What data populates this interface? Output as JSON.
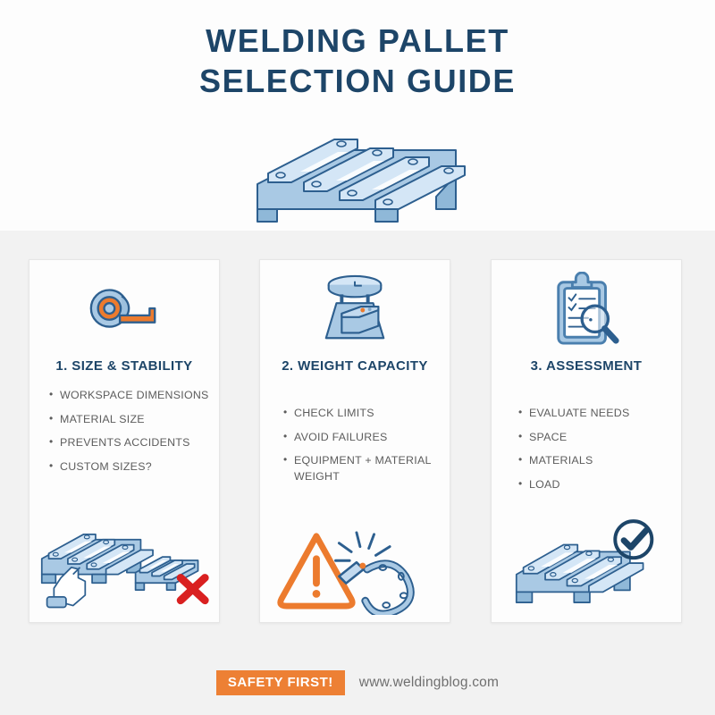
{
  "header": {
    "title_line1": "WELDING PALLET",
    "title_line2": "SELECTION GUIDE",
    "hero_icon": "isometric-pallet"
  },
  "colors": {
    "navy": "#1d4568",
    "orange": "#ed8034",
    "pallet_light": "#c8dcef",
    "pallet_mid": "#9cc0de",
    "pallet_outline": "#2d5f8f",
    "body_gray": "#5d5d5d",
    "page_bg": "#f2f2f2",
    "card_bg": "#fdfdfd",
    "red_x": "#d92020"
  },
  "cards": [
    {
      "id": "size-stability",
      "icon": "tape-measure-icon",
      "title": "1. SIZE & STABILITY",
      "bullets": [
        "WORKSPACE DIMENSIONS",
        "MATERIAL SIZE",
        "PREVENTS ACCIDENTS",
        "CUSTOM SIZES?"
      ],
      "art": "pallet-compare-hand-and-red-x"
    },
    {
      "id": "weight-capacity",
      "icon": "weighing-scale-icon",
      "title": "2. WEIGHT CAPACITY",
      "bullets": [
        "CHECK LIMITS",
        "AVOID FAILURES",
        "EQUIPMENT + MATERIAL WEIGHT"
      ],
      "art": "warning-triangle-and-breaking-chain"
    },
    {
      "id": "assessment",
      "icon": "clipboard-magnifier-icon",
      "title": "3. ASSESSMENT",
      "bullets": [
        "EVALUATE NEEDS",
        "SPACE",
        "MATERIALS",
        "LOAD"
      ],
      "art": "pallet-with-check-badge"
    }
  ],
  "footer": {
    "badge_label": "SAFETY FIRST!",
    "site_url": "www.weldingblog.com"
  }
}
